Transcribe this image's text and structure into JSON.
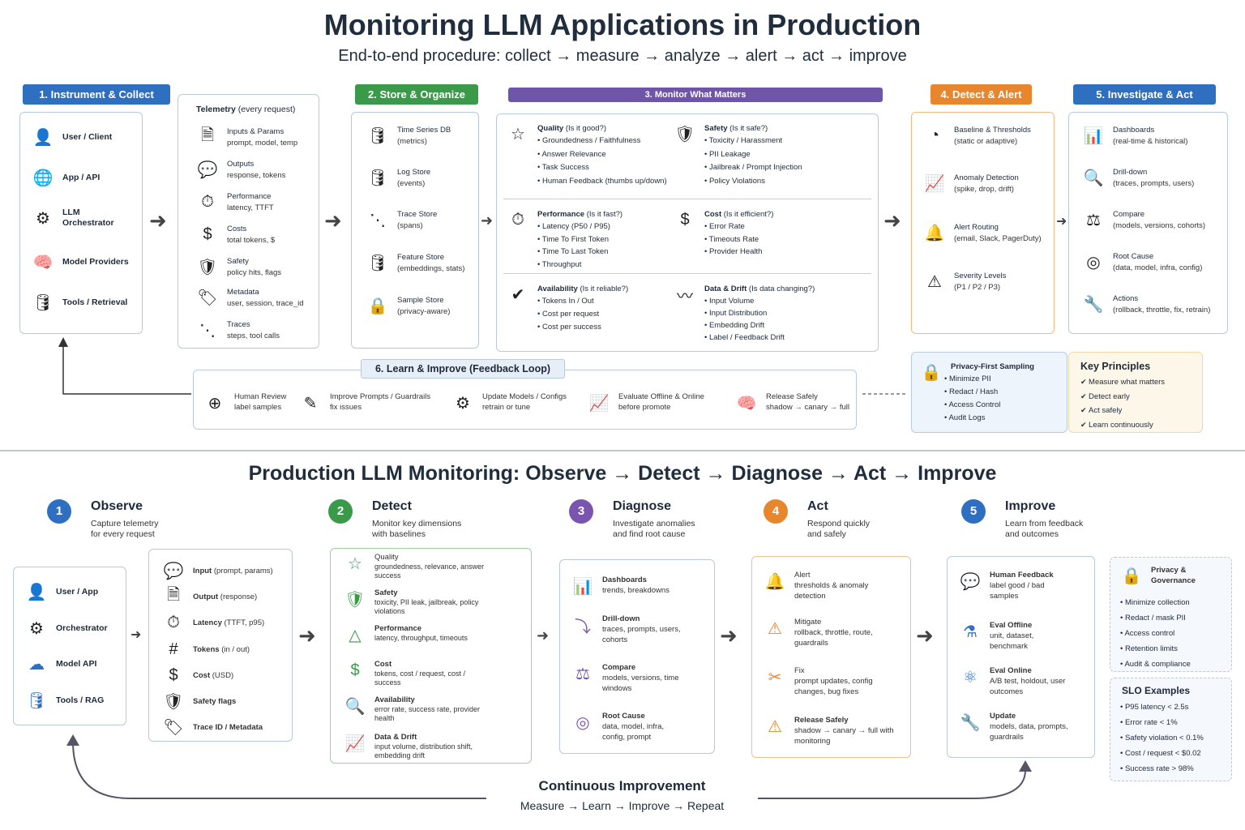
{
  "top": {
    "title": "Monitoring LLM Applications in Production",
    "subtitle": "End-to-end procedure: collect → measure → analyze → alert → act → improve",
    "headers": {
      "instrument": "1. Instrument & Collect",
      "store": "2. Store & Organize",
      "monitor": "3. Monitor What Matters",
      "detect": "4. Detect & Alert",
      "investigate": "5. Investigate & Act",
      "learn": "6. Learn & Improve (Feedback Loop)"
    },
    "sources": [
      "User / Client",
      "App / API",
      "LLM Orchestrator",
      "Model Providers",
      "Tools / Retrieval"
    ],
    "telemetry": {
      "title": "Telemetry",
      "title_note": "(every request)",
      "items": [
        {
          "label": "Inputs & Params",
          "sub": "prompt, model, temp"
        },
        {
          "label": "Outputs",
          "sub": "response, tokens"
        },
        {
          "label": "Performance",
          "sub": "latency, TTFT"
        },
        {
          "label": "Costs",
          "sub": "total tokens, $"
        },
        {
          "label": "Safety",
          "sub": "policy hits, flags"
        },
        {
          "label": "Metadata",
          "sub": "user, session, trace_id"
        },
        {
          "label": "Traces",
          "sub": "steps, tool calls"
        }
      ]
    },
    "stores": [
      {
        "label": "Time Series DB",
        "sub": "(metrics)"
      },
      {
        "label": "Log Store",
        "sub": "(events)"
      },
      {
        "label": "Trace Store",
        "sub": "(spans)"
      },
      {
        "label": "Feature Store",
        "sub": "(embeddings, stats)"
      },
      {
        "label": "Sample Store",
        "sub": "(privacy-aware)"
      }
    ],
    "monitor": [
      {
        "title": "Quality",
        "note": "(Is it good?)",
        "items": [
          "Groundedness / Faithfulness",
          "Answer Relevance",
          "Task Success",
          "Human Feedback (thumbs up/down)"
        ]
      },
      {
        "title": "Safety",
        "note": "(Is it safe?)",
        "items": [
          "Toxicity / Harassment",
          "PII Leakage",
          "Jailbreak / Prompt Injection",
          "Policy Violations"
        ]
      },
      {
        "title": "Performance",
        "note": "(Is it fast?)",
        "items": [
          "Latency (P50 / P95)",
          "Time To First Token",
          "Time To Last Token",
          "Throughput"
        ]
      },
      {
        "title": "Cost",
        "note": "(Is it efficient?)",
        "items": [
          "Error Rate",
          "Timeouts Rate",
          "Provider Health"
        ]
      },
      {
        "title": "Availability",
        "note": "(Is it reliable?)",
        "items": [
          "Tokens In / Out",
          "Cost per request",
          "Cost per success"
        ]
      },
      {
        "title": "Data & Drift",
        "note": "(Is data changing?)",
        "items": [
          "Input Volume",
          "Input Distribution",
          "Embedding Drift",
          "Label / Feedback Drift"
        ]
      }
    ],
    "detect": [
      {
        "label": "Baseline & Thresholds",
        "sub": "(static or adaptive)"
      },
      {
        "label": "Anomaly Detection",
        "sub": "(spike, drop, drift)"
      },
      {
        "label": "Alert Routing",
        "sub": "(email, Slack, PagerDuty)"
      },
      {
        "label": "Severity Levels",
        "sub": "(P1 / P2 / P3)"
      }
    ],
    "investigate": [
      {
        "label": "Dashboards",
        "sub": "(real-time & historical)"
      },
      {
        "label": "Drill-down",
        "sub": "(traces, prompts, users)"
      },
      {
        "label": "Compare",
        "sub": "(models, versions, cohorts)"
      },
      {
        "label": "Root Cause",
        "sub": "(data, model, infra, config)"
      },
      {
        "label": "Actions",
        "sub": "(rollback, throttle, fix, retrain)"
      }
    ],
    "learn": [
      {
        "label": "Human Review",
        "sub": "label samples"
      },
      {
        "label": "Improve Prompts / Guardrails",
        "sub": "fix issues"
      },
      {
        "label": "Update Models / Configs",
        "sub": "retrain or tune"
      },
      {
        "label": "Evaluate Offline & Online",
        "sub": "before promote"
      },
      {
        "label": "Release Safely",
        "sub": "shadow → canary → full"
      }
    ],
    "privacy": {
      "title": "Privacy-First Sampling",
      "items": [
        "Minimize PII",
        "Redact / Hash",
        "Access Control",
        "Audit Logs"
      ]
    },
    "principles": {
      "title": "Key Principles",
      "items": [
        "Measure what matters",
        "Detect early",
        "Act safely",
        "Learn continuously"
      ]
    }
  },
  "bottom": {
    "title": "Production LLM Monitoring: Observe → Detect → Diagnose → Act → Improve",
    "stages": [
      {
        "num": "1",
        "name": "Observe",
        "desc1": "Capture telemetry",
        "desc2": "for every request",
        "color": "#2f6fc2"
      },
      {
        "num": "2",
        "name": "Detect",
        "desc1": "Monitor key dimensions",
        "desc2": "with baselines",
        "color": "#3a9a4a"
      },
      {
        "num": "3",
        "name": "Diagnose",
        "desc1": "Investigate anomalies",
        "desc2": "and find root cause",
        "color": "#7a55b0"
      },
      {
        "num": "4",
        "name": "Act",
        "desc1": "Respond quickly",
        "desc2": "and safely",
        "color": "#e8862e"
      },
      {
        "num": "5",
        "name": "Improve",
        "desc1": "Learn from feedback",
        "desc2": "and outcomes",
        "color": "#2f6fc2"
      }
    ],
    "sources": [
      "User / App",
      "Orchestrator",
      "Model API",
      "Tools / RAG"
    ],
    "telemetry": [
      {
        "label": "Input",
        "note": "(prompt, params)"
      },
      {
        "label": "Output",
        "note": "(response)"
      },
      {
        "label": "Latency",
        "note": "(TTFT, p95)"
      },
      {
        "label": "Tokens",
        "note": "(in / out)"
      },
      {
        "label": "Cost",
        "note": "(USD)"
      },
      {
        "label": "Safety flags",
        "note": ""
      },
      {
        "label": "Trace ID / Metadata",
        "note": ""
      }
    ],
    "detect": [
      {
        "label": "Quality",
        "sub": "groundedness, relevance, answer success"
      },
      {
        "label": "Safety",
        "sub": "toxicity, PII leak, jailbreak, policy violations"
      },
      {
        "label": "Performance",
        "sub": "latency, throughput, timeouts"
      },
      {
        "label": "Cost",
        "sub": "tokens, cost / request, cost / success"
      },
      {
        "label": "Availability",
        "sub": "error rate, success rate, provider health"
      },
      {
        "label": "Data & Drift",
        "sub": "input volume, distribution shift, embedding drift"
      }
    ],
    "diagnose": [
      {
        "label": "Dashboards",
        "sub": "trends, breakdowns"
      },
      {
        "label": "Drill-down",
        "sub": "traces, prompts, users, cohorts"
      },
      {
        "label": "Compare",
        "sub": "models, versions, time windows"
      },
      {
        "label": "Root Cause",
        "sub": "data, model, infra, config, prompt"
      }
    ],
    "act": [
      {
        "label": "Alert",
        "sub": "thresholds & anomaly detection"
      },
      {
        "label": "Mitigate",
        "sub": "rollback, throttle, route, guardrails"
      },
      {
        "label": "Fix",
        "sub": "prompt updates, config changes, bug fixes"
      },
      {
        "label": "Release Safely",
        "sub": "shadow → canary → full with monitoring"
      }
    ],
    "improve": [
      {
        "label": "Human Feedback",
        "sub": "label good / bad samples"
      },
      {
        "label": "Eval Offline",
        "sub": "unit, dataset, benchmark"
      },
      {
        "label": "Eval Online",
        "sub": "A/B test, holdout, user outcomes"
      },
      {
        "label": "Update",
        "sub": "models, data, prompts, guardrails"
      }
    ],
    "privacy": {
      "title": "Privacy & Governance",
      "items": [
        "Minimize collection",
        "Redact / mask PII",
        "Access control",
        "Retention limits",
        "Audit & compliance"
      ]
    },
    "slo": {
      "title": "SLO Examples",
      "items": [
        "P95 latency < 2.5s",
        "Error rate < 1%",
        "Safety violation < 0.1%",
        "Cost / request < $0.02",
        "Success rate > 98%"
      ]
    },
    "loop": {
      "title": "Continuous Improvement",
      "sub": "Measure → Learn → Improve → Repeat"
    }
  }
}
